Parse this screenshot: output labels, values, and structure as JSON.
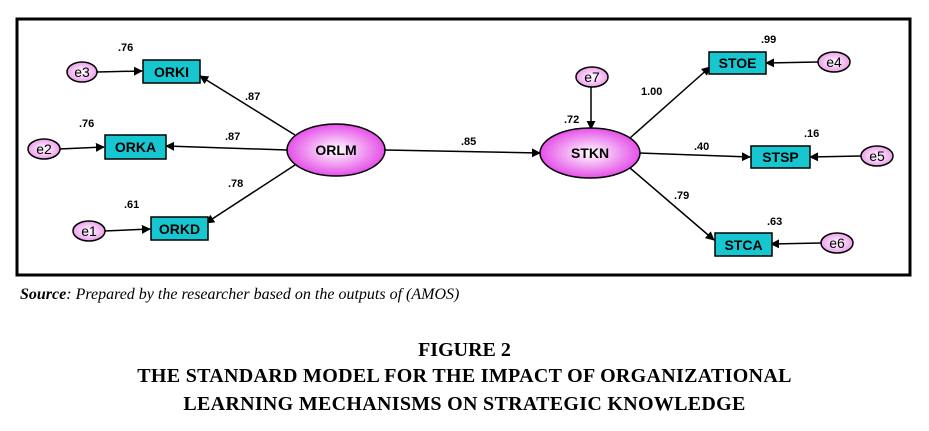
{
  "diagram": {
    "latents": {
      "orlm": "ORLM",
      "stkn": "STKN"
    },
    "observed": {
      "orki": "ORKI",
      "orka": "ORKA",
      "orkd": "ORKD",
      "stoe": "STOE",
      "stsp": "STSP",
      "stca": "STCA"
    },
    "errors": {
      "e1": "e1",
      "e2": "e2",
      "e3": "e3",
      "e4": "e4",
      "e5": "e5",
      "e6": "e6",
      "e7": "e7"
    },
    "loadings": {
      "orlm_orki": ".87",
      "orlm_orka": ".87",
      "orlm_orkd": ".78",
      "orlm_stkn": ".85",
      "stkn_stoe": "1.00",
      "stkn_stsp": ".40",
      "stkn_stca": ".79"
    },
    "r_squared": {
      "orki": ".76",
      "orka": ".76",
      "orkd": ".61",
      "stoe": ".99",
      "stsp": ".16",
      "stca": ".63",
      "stkn": ".72"
    },
    "colors": {
      "box": "#16c7d1",
      "ellipse_center": "#ffffff",
      "ellipse_edge": "#e23ee6"
    }
  },
  "caption": {
    "source_label": "Source",
    "source_text": ": Prepared by the researcher based on the outputs of (AMOS)",
    "figure_number": "FIGURE 2",
    "title_line1": "THE STANDARD MODEL FOR THE IMPACT OF ORGANIZATIONAL",
    "title_line2": "LEARNING MECHANISMS ON STRATEGIC KNOWLEDGE"
  }
}
